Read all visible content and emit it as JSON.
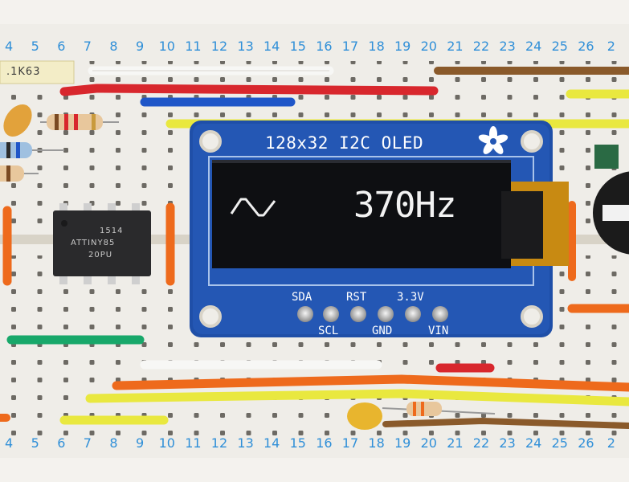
{
  "breadboard": {
    "column_numbers_top": [
      "4",
      "5",
      "6",
      "7",
      "8",
      "9",
      "10",
      "11",
      "12",
      "13",
      "14",
      "15",
      "16",
      "17",
      "18",
      "19",
      "20",
      "21",
      "22",
      "23",
      "24",
      "25",
      "26",
      "2"
    ],
    "column_numbers_bottom": [
      "4",
      "5",
      "6",
      "7",
      "8",
      "9",
      "10",
      "11",
      "12",
      "13",
      "14",
      "15",
      "16",
      "17",
      "18",
      "19",
      "20",
      "21",
      "22",
      "23",
      "24",
      "25",
      "26",
      "2"
    ],
    "number_color": "#2f8fd8"
  },
  "oled_module": {
    "title": "128x32 I2C OLED",
    "display_readout": "370Hz",
    "waveform_icon": "sine-wave-icon",
    "logo_icon": "flower-logo-icon",
    "pcb_color": "#1f4fa8",
    "pins_top_labels": [
      "SDA",
      "RST",
      "3.3V"
    ],
    "pins_bottom_labels": [
      "SCL",
      "GND",
      "VIN"
    ]
  },
  "chip": {
    "line1": "1514",
    "line2": "ATTINY85",
    "line3": "20PU"
  },
  "capacitor_label": ".1K63",
  "wire_colors": {
    "red": "#d8272d",
    "blue": "#1f56c8",
    "yellow": "#e9e83f",
    "orange": "#ee6a1c",
    "green": "#18a86a",
    "brown": "#8a5a2b",
    "white": "#f7f7f5"
  }
}
